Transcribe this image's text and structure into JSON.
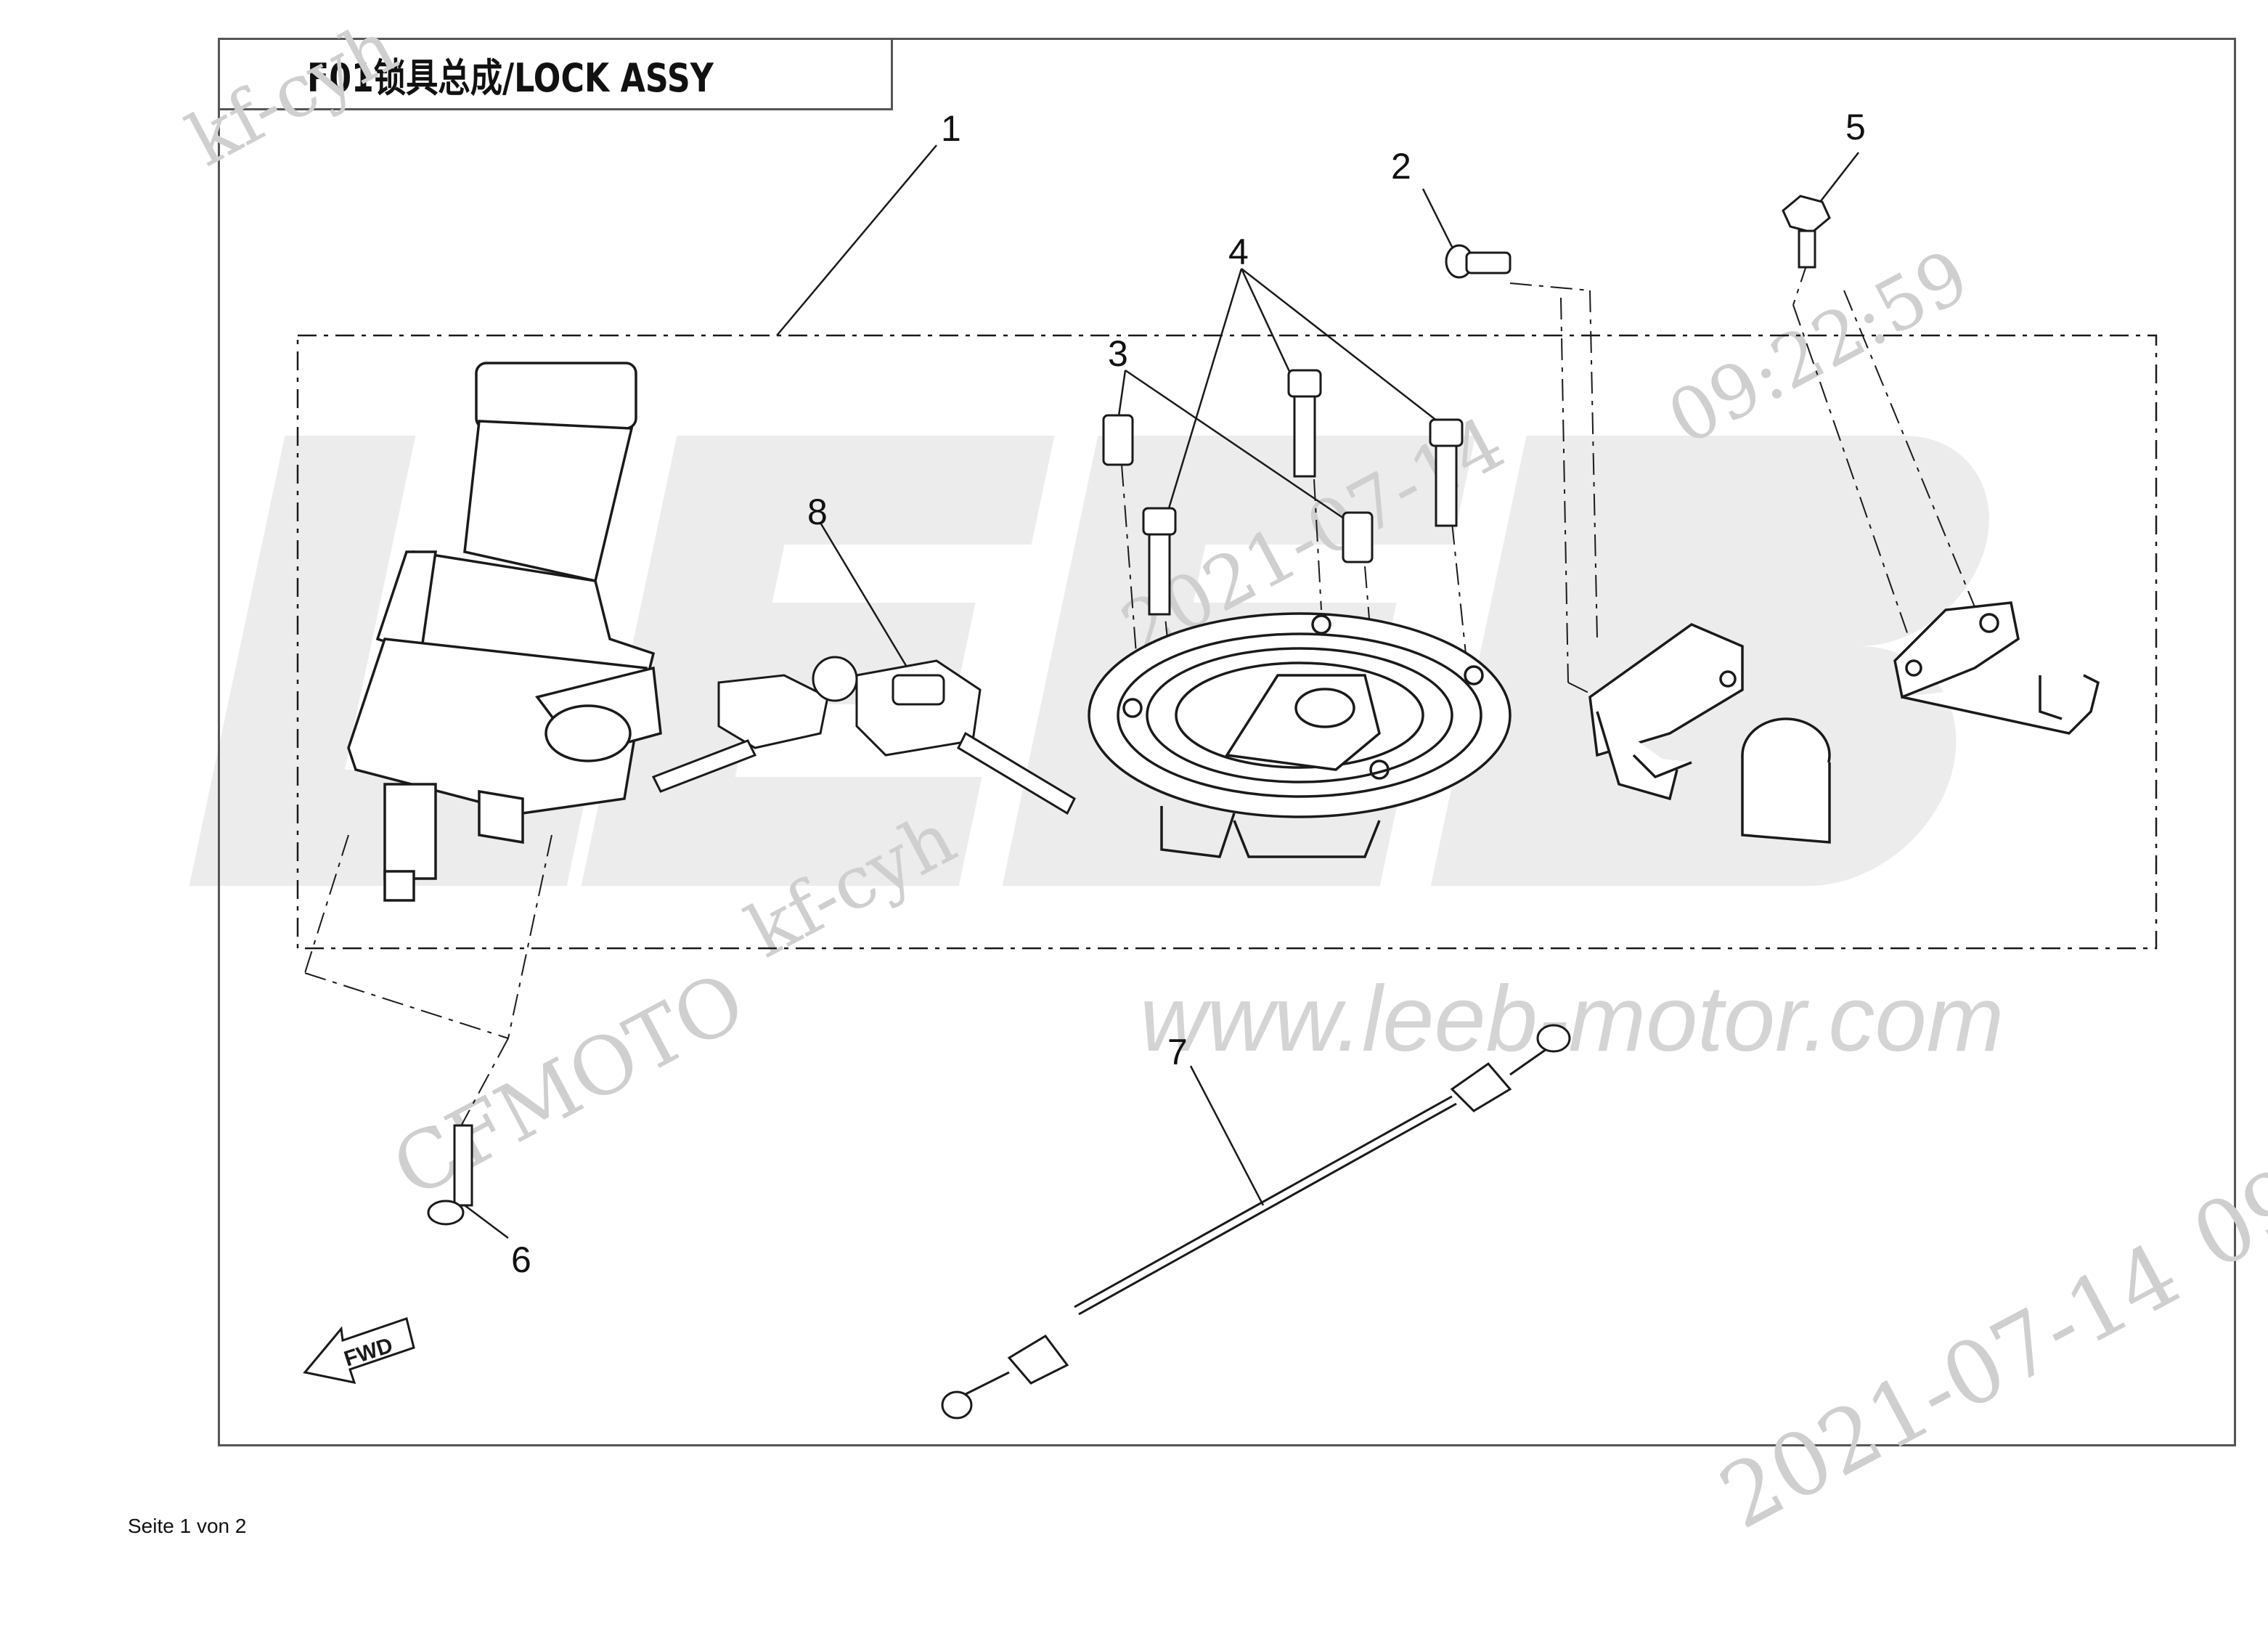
{
  "title": "F01锁具总成/LOCK ASSY",
  "callouts": [
    "1",
    "2",
    "3",
    "4",
    "5",
    "6",
    "7",
    "8"
  ],
  "footer": "Seite 1 von 2",
  "direction_label": "FWD",
  "watermarks": {
    "brand_logo": "LEEB",
    "url": "www.leeb-motor.com",
    "user_1": "kf-cyh",
    "user_2": "kf-cyh",
    "maker": "CFMOTO",
    "date_1": "2021-07-14",
    "time_1": "09:22:59",
    "date_2": "2021-07-14",
    "time_2": "09:"
  },
  "colors": {
    "line": "#1a1a1a",
    "frame": "#555555",
    "watermark": "#d8d8d8"
  }
}
